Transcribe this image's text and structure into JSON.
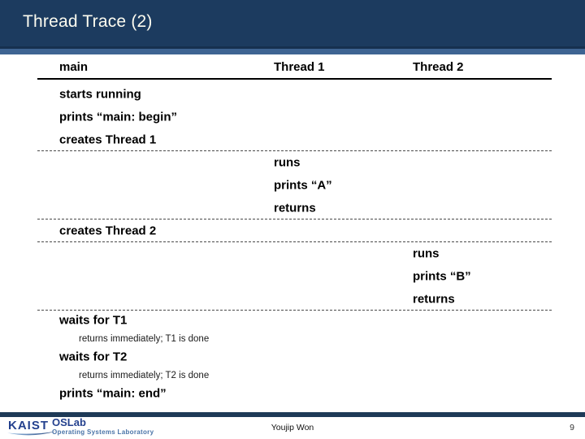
{
  "slide": {
    "title": "Thread Trace (2)",
    "page_number": "9"
  },
  "table": {
    "columns": [
      "main",
      "Thread 1",
      "Thread 2"
    ],
    "rows": [
      {
        "column": 0,
        "text": "starts running",
        "style": "normal",
        "divider_after": false
      },
      {
        "column": 0,
        "text": "prints “main: begin”",
        "style": "normal",
        "divider_after": false
      },
      {
        "column": 0,
        "text": "creates Thread 1",
        "style": "normal",
        "divider_after": true
      },
      {
        "column": 1,
        "text": "runs",
        "style": "normal",
        "divider_after": false
      },
      {
        "column": 1,
        "text": "prints “A”",
        "style": "normal",
        "divider_after": false
      },
      {
        "column": 1,
        "text": "returns",
        "style": "normal",
        "divider_after": true
      },
      {
        "column": 0,
        "text": "creates Thread 2",
        "style": "normal",
        "divider_after": true
      },
      {
        "column": 2,
        "text": "runs",
        "style": "normal",
        "divider_after": false
      },
      {
        "column": 2,
        "text": "prints “B”",
        "style": "normal",
        "divider_after": false
      },
      {
        "column": 2,
        "text": "returns",
        "style": "normal",
        "divider_after": true
      },
      {
        "column": 0,
        "text": "waits for T1",
        "style": "compact",
        "divider_after": false
      },
      {
        "column": 0,
        "text": "returns immediately; T1 is done",
        "style": "note",
        "divider_after": false
      },
      {
        "column": 0,
        "text": "waits for T2",
        "style": "compact",
        "divider_after": false
      },
      {
        "column": 0,
        "text": "returns immediately; T2 is done",
        "style": "note",
        "divider_after": false
      },
      {
        "column": 0,
        "text": "prints “main: end”",
        "style": "compact",
        "divider_after": false
      }
    ]
  },
  "footer": {
    "author": "Youjip Won",
    "logo": {
      "kaist": "KAIST",
      "oslab": "OSLab",
      "subtitle": "Operating Systems Laboratory"
    }
  },
  "colors": {
    "header_navy": "#1c3b5f",
    "header_stripe_dark": "#16304f",
    "header_stripe_blue": "#3e6492",
    "footer_bar_navy": "#1e3a57",
    "logo_blue": "#24418e",
    "logo_subtitle_blue": "#4a74a8",
    "title_text": "#fdfcf0",
    "body_text": "#000000"
  }
}
